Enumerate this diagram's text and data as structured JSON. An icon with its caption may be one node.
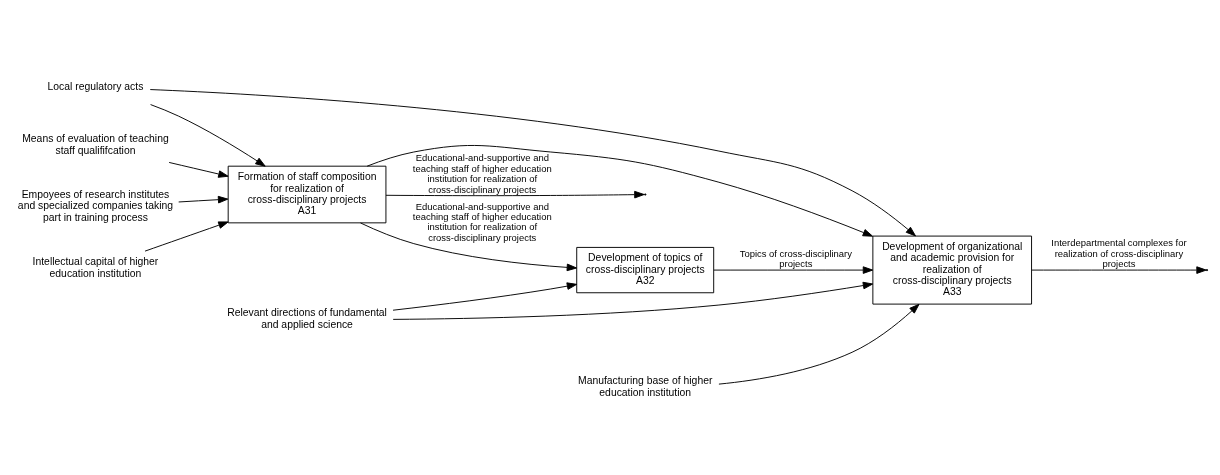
{
  "diagram": {
    "nodes": [
      {
        "text": [
          "Local regulatory acts"
        ]
      },
      {
        "text": [
          "Relevant directions of fundamental and applied science"
        ]
      },
      {
        "text": [
          "Formation of staff composition for realization of cross-disciplinary projects",
          "A31"
        ]
      },
      {
        "text": [
          "Development of topics of cross-disciplinary projects",
          "A32"
        ]
      },
      {
        "text": [
          "Development of organizational and academic provision for realization of cross-disciplinary projects",
          "A33"
        ]
      },
      {
        "text": [
          "Means of evaluation of teaching staff qualififcation"
        ]
      },
      {
        "text": [
          "Empoyees of research institutes and specialized companies taking part in training process"
        ]
      },
      {
        "text": [
          "Intellectual capital of higher education institution"
        ]
      },
      {
        "text": [
          "Manufacturing base of higher education institution"
        ]
      }
    ],
    "edges": [
      {
        "from": 0,
        "to": 2,
        "arrow": "to"
      },
      {
        "from": 0,
        "to": 4,
        "arrow": "to"
      },
      {
        "from": 1,
        "to": 3,
        "arrow": "to"
      },
      {
        "from": 1,
        "to": 4,
        "arrow": "to"
      },
      {
        "from": 2,
        "to": 3,
        "arrow": "to",
        "label": "Educational-and-supportive and teaching staff of higher education institution for realization of cross-disciplinary projects"
      },
      {
        "from": 2,
        "to": 4,
        "arrow": "to"
      },
      {
        "from": 2,
        "to": null,
        "arrow": "to",
        "label": "Educational-and-supportive and teaching staff of higher education institution for realization of cross-disciplinary projects"
      },
      {
        "from": 3,
        "to": 4,
        "arrow": "to",
        "label": "Topics of cross-disciplinary projects"
      },
      {
        "from": 4,
        "to": null,
        "arrow": "to",
        "label": "Interdepartmental complexes for realization of cross-disciplinary projects"
      },
      {
        "from": 5,
        "to": 2,
        "arrow": "to"
      },
      {
        "from": 6,
        "to": 2,
        "arrow": "to"
      },
      {
        "from": 7,
        "to": 2,
        "arrow": "to"
      },
      {
        "from": 8,
        "to": 4,
        "arrow": "to"
      }
    ]
  }
}
